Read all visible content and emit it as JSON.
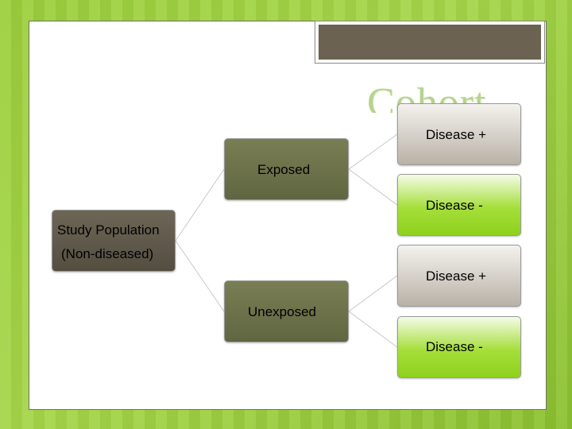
{
  "slide": {
    "title": "Cohort"
  },
  "diagram": {
    "root": "Study Population",
    "root_sub": "(Non-diseased)",
    "exposed": "Exposed",
    "unexposed": "Unexposed",
    "outcome_exposed_pos": "Disease +",
    "outcome_exposed_neg": "Disease -",
    "outcome_unexposed_pos": "Disease +",
    "outcome_unexposed_neg": "Disease -"
  },
  "colors": {
    "background": "#9ccf3c",
    "title_tab": "#6b6251",
    "title_text": "#b7d38e",
    "root_node": "#5f584a",
    "branch_node": "#6c7249",
    "disease_pos": "#c9c2b9",
    "disease_neg": "#9ad52b"
  }
}
